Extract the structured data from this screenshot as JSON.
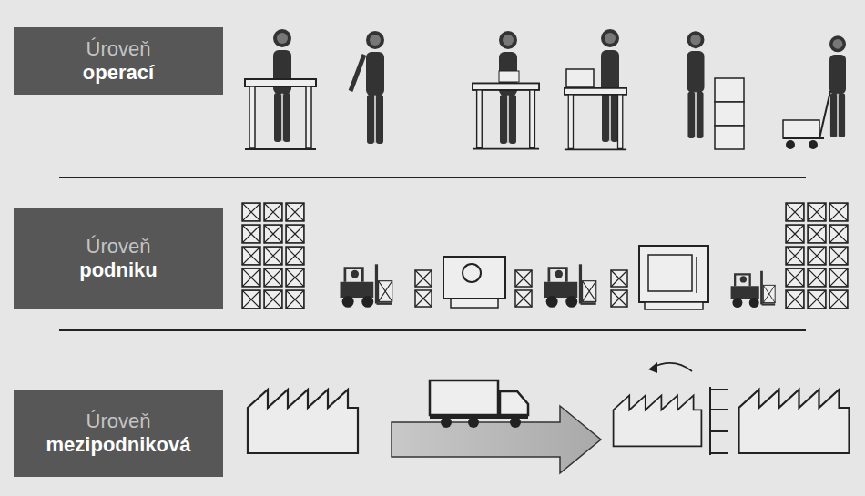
{
  "diagram": {
    "nodes": [
      {
        "text": [
          "Úroveň",
          "operací"
        ]
      },
      {
        "text": [
          "Úroveň",
          "podniku"
        ]
      },
      {
        "text": [
          "Úroveň",
          "mezipodniková"
        ]
      }
    ]
  }
}
